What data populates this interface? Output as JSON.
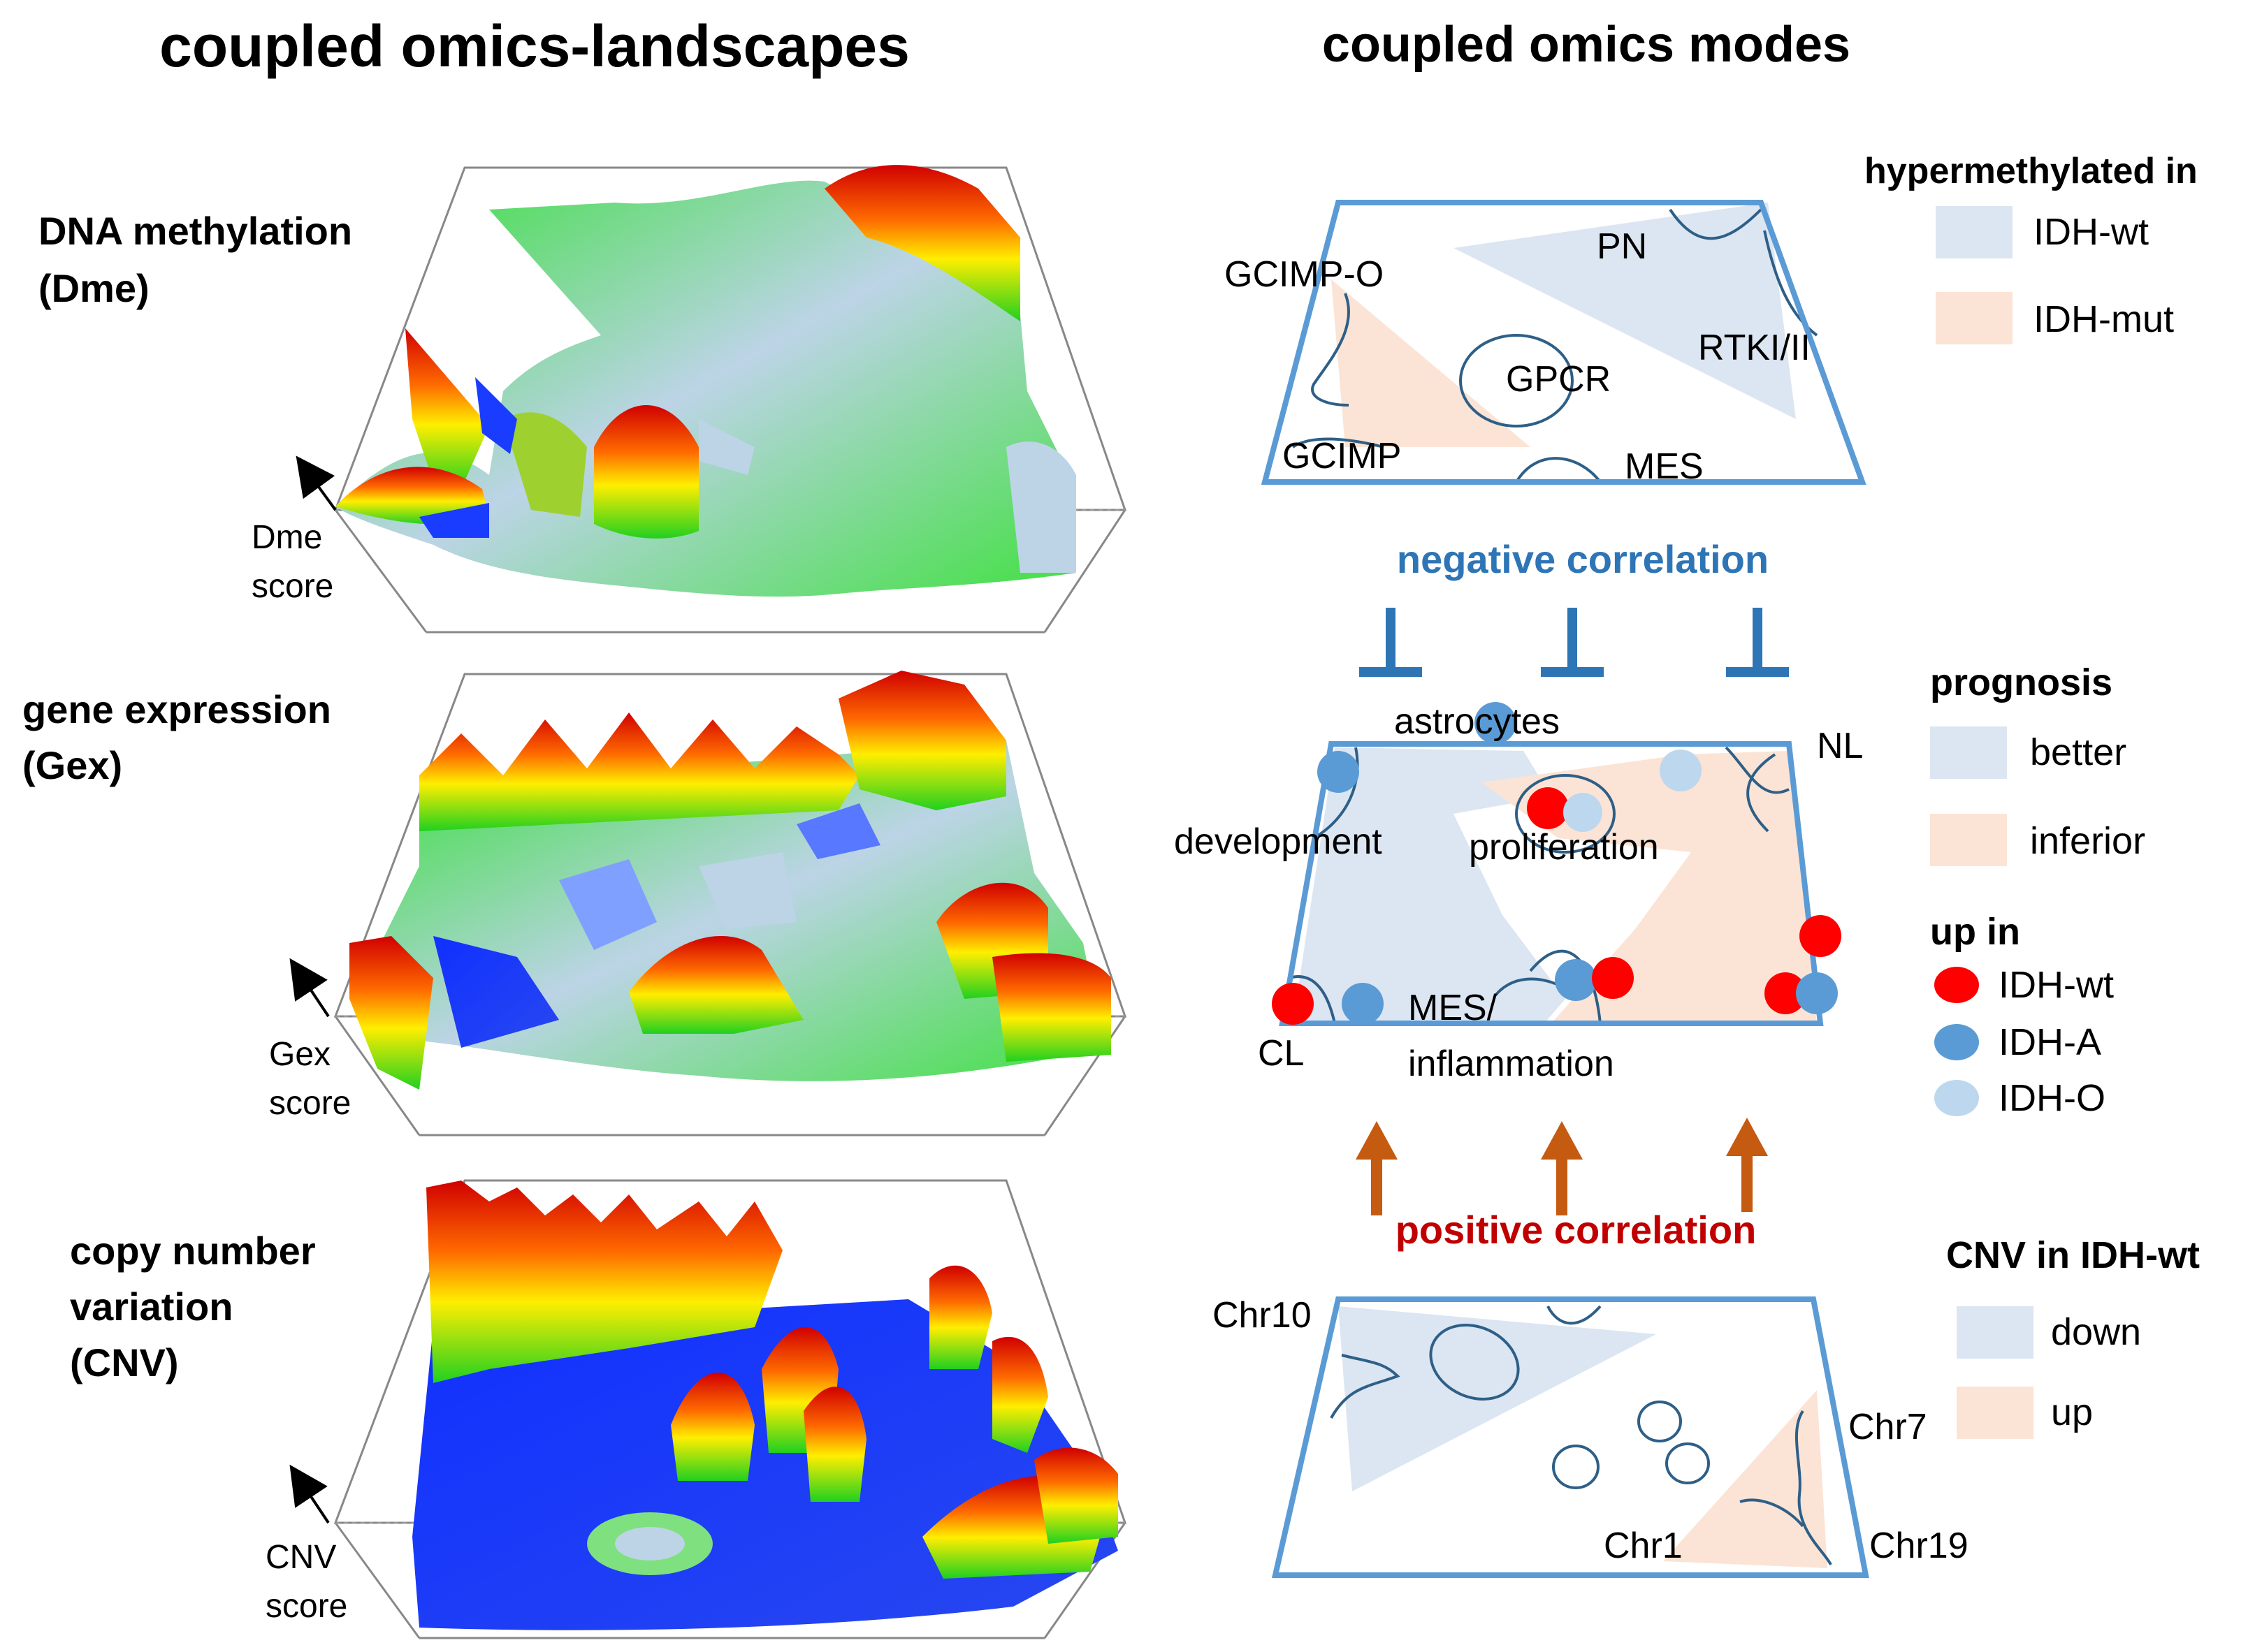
{
  "left": {
    "heading": "coupled omics-landscapes",
    "panels": [
      {
        "title_line1": "DNA methylation",
        "title_line2": "(Dme)",
        "axis_line1": "Dme",
        "axis_line2": "score"
      },
      {
        "title_line1": "gene expression",
        "title_line2": "(Gex)",
        "axis_line1": "Gex",
        "axis_line2": "score"
      },
      {
        "title_line1": "copy number",
        "title_line2": "variation",
        "title_line3": "(CNV)",
        "axis_line1": "CNV",
        "axis_line2": "score"
      }
    ]
  },
  "right": {
    "heading": "coupled omics modes",
    "top_panel": {
      "labels": {
        "gcimp_o": "GCIMP-O",
        "pn": "PN",
        "gpcr": "GPCR",
        "rtki": "RTKI/II",
        "gcimp": "GCIMP",
        "mes": "MES"
      }
    },
    "negative_correlation": "negative correlation",
    "middle_panel": {
      "labels": {
        "astrocytes": "astrocytes",
        "nl": "NL",
        "development": "development",
        "proliferation": "proliferation",
        "mes_line1": "MES/",
        "mes_line2": "inflammation",
        "cl": "CL"
      }
    },
    "positive_correlation": "positive correlation",
    "bottom_panel": {
      "labels": {
        "chr10": "Chr10",
        "chr7": "Chr7",
        "chr1": "Chr1",
        "chr19": "Chr19"
      }
    }
  },
  "legends": {
    "methylation": {
      "title": "hypermethylated in",
      "item1": "IDH-wt",
      "item2": "IDH-mut"
    },
    "prognosis": {
      "title": "prognosis",
      "item1": "better",
      "item2": "inferior"
    },
    "upin": {
      "title": "up in",
      "item1": "IDH-wt",
      "item2": "IDH-A",
      "item3": "IDH-O"
    },
    "cnv": {
      "title": "CNV in IDH-wt",
      "item1": "down",
      "item2": "up"
    }
  },
  "colors": {
    "frame_blue": "#5b9bd5",
    "dark_blue_line": "#2e5f87",
    "light_blue_fill": "#dce6f2",
    "light_orange_fill": "#fbe4d5",
    "dot_red": "#ff0000",
    "dot_blue": "#5b9bd5",
    "dot_light_blue": "#bdd7ee",
    "negative_text": "#2e75b6",
    "positive_text": "#c00000",
    "arrow_orange": "#c55a11"
  }
}
